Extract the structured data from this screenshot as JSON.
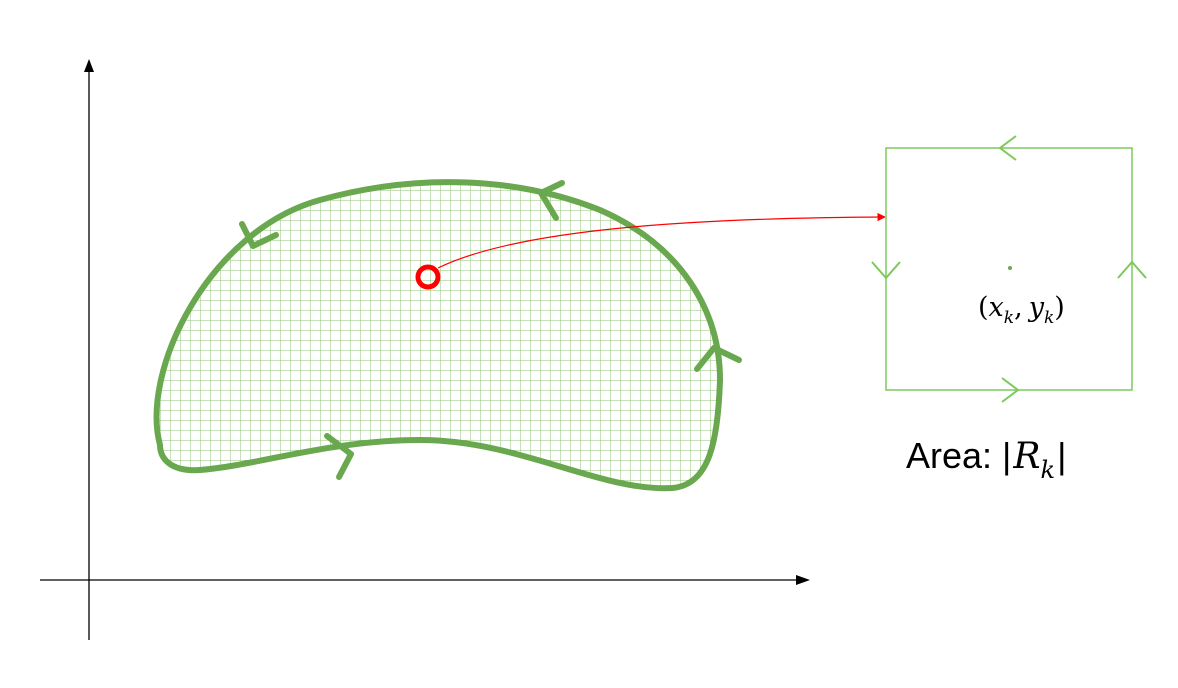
{
  "colors": {
    "region": "#6aa84f",
    "region_stroke": "#5a9a3a",
    "grid": "#8fc474",
    "square": "#7dc95c",
    "highlight": "#ff0000",
    "axis": "#000000"
  },
  "point_label": {
    "open": "(",
    "x": "x",
    "x_sub": "k",
    "sep": ",",
    "y": "y",
    "y_sub": "k",
    "close": ")"
  },
  "area_label": {
    "prefix": "Area:",
    "bar_left": "|",
    "R": "R",
    "R_sub": "k",
    "bar_right": "|"
  }
}
